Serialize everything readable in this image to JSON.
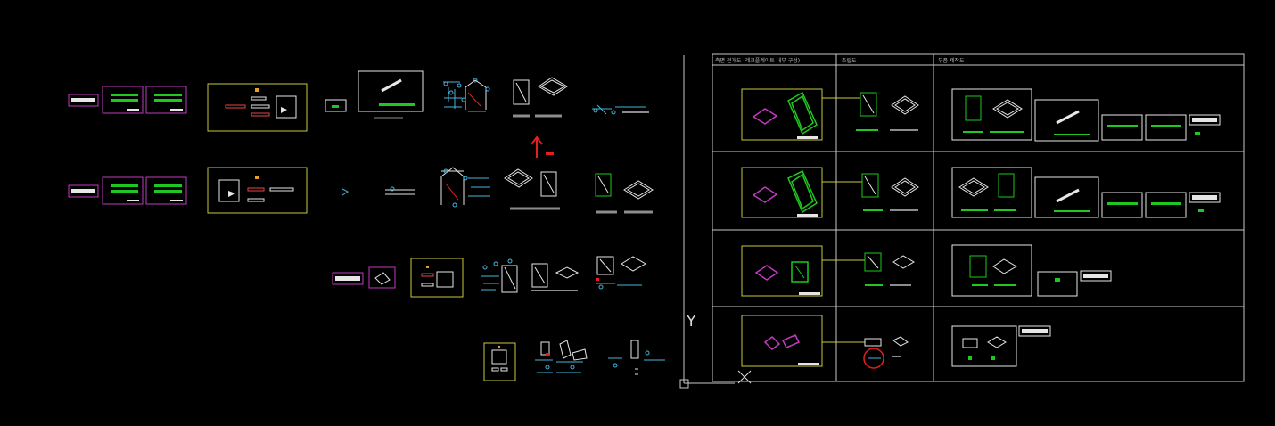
{
  "app": "cad-model-space",
  "colors": {
    "background": "#000000",
    "sheet_frame": "#c8c8c8",
    "magenta": "#c03cc0",
    "yellow": "#c8c83c",
    "green": "#1ec81e",
    "cyan": "#46b4dc",
    "white": "#e6e6e6",
    "red": "#e61e1e",
    "grey": "#8c8c8c"
  },
  "sheet_headers": {
    "col1": "측면 전개도 (레크플레이트 내부 구성)",
    "col2": "조립도",
    "col3": "부품 제작도"
  },
  "ucs": {
    "y_label": "Y",
    "x_label": "X"
  }
}
